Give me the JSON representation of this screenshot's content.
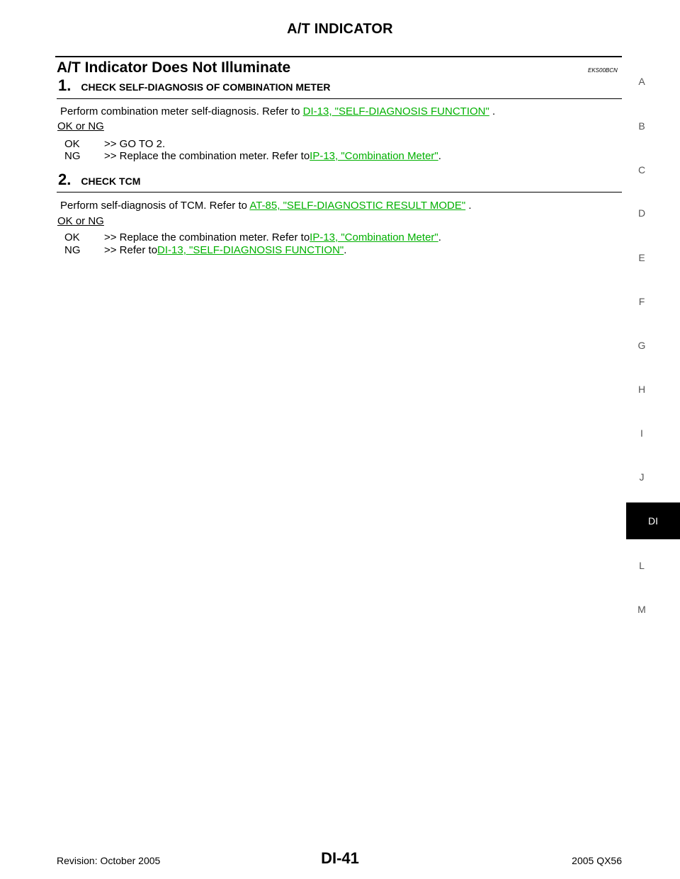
{
  "header": {
    "title": "A/T INDICATOR"
  },
  "section": {
    "title": "A/T Indicator Does Not Illuminate",
    "code": "EKS00BCN"
  },
  "steps": [
    {
      "number": "1.",
      "label": "CHECK SELF-DIAGNOSIS OF COMBINATION METER",
      "text_prefix": "Perform combination meter self-diagnosis. Refer to ",
      "link": "DI-13, \"SELF-DIAGNOSIS FUNCTION\"",
      "text_suffix": " .",
      "okng": "OK or NG",
      "results": [
        {
          "key": "OK",
          "prefix": ">> GO TO 2.",
          "link": "",
          "suffix": ""
        },
        {
          "key": "NG",
          "prefix": ">> Replace the combination meter. Refer to ",
          "link": "IP-13, \"Combination Meter\"",
          "suffix": " ."
        }
      ]
    },
    {
      "number": "2.",
      "label": "CHECK TCM",
      "text_prefix": "Perform self-diagnosis of TCM. Refer to ",
      "link": "AT-85, \"SELF-DIAGNOSTIC RESULT MODE\"",
      "text_suffix": " .",
      "okng": "OK or NG",
      "results": [
        {
          "key": "OK",
          "prefix": ">> Replace the combination meter. Refer to ",
          "link": "IP-13, \"Combination Meter\"",
          "suffix": " ."
        },
        {
          "key": "NG",
          "prefix": ">> Refer to ",
          "link": "DI-13, \"SELF-DIAGNOSIS FUNCTION\"",
          "suffix": " ."
        }
      ]
    }
  ],
  "side_tabs": [
    "A",
    "B",
    "C",
    "D",
    "E",
    "F",
    "G",
    "H",
    "I",
    "J",
    "DI",
    "L",
    "M"
  ],
  "active_tab": "DI",
  "footer": {
    "left": "Revision: October 2005",
    "center": "DI-41",
    "right": "2005 QX56"
  },
  "colors": {
    "link": "#00b000",
    "active_tab_bg": "#000000"
  }
}
